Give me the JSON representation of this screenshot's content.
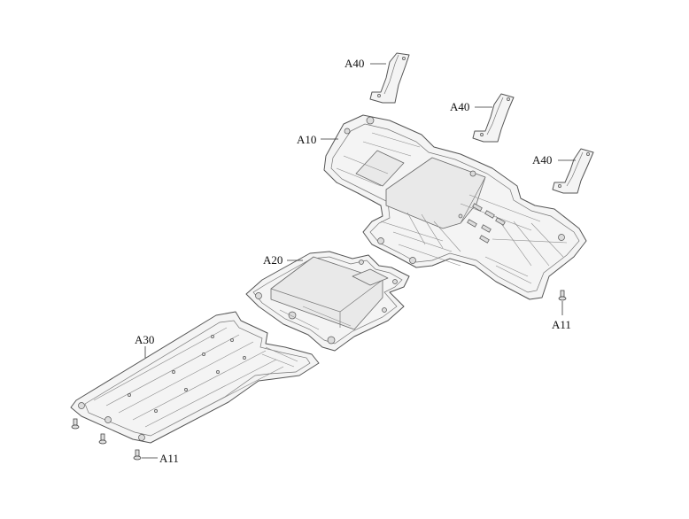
{
  "callouts": {
    "a40_top": "A40",
    "a40_middle": "A40",
    "a40_right": "A40",
    "a10": "A10",
    "a20": "A20",
    "a30": "A30",
    "a11_right": "A11",
    "a11_bottom": "A11"
  },
  "colors": {
    "outline": "#555555",
    "fill": "#f4f4f4",
    "text": "#111111"
  }
}
